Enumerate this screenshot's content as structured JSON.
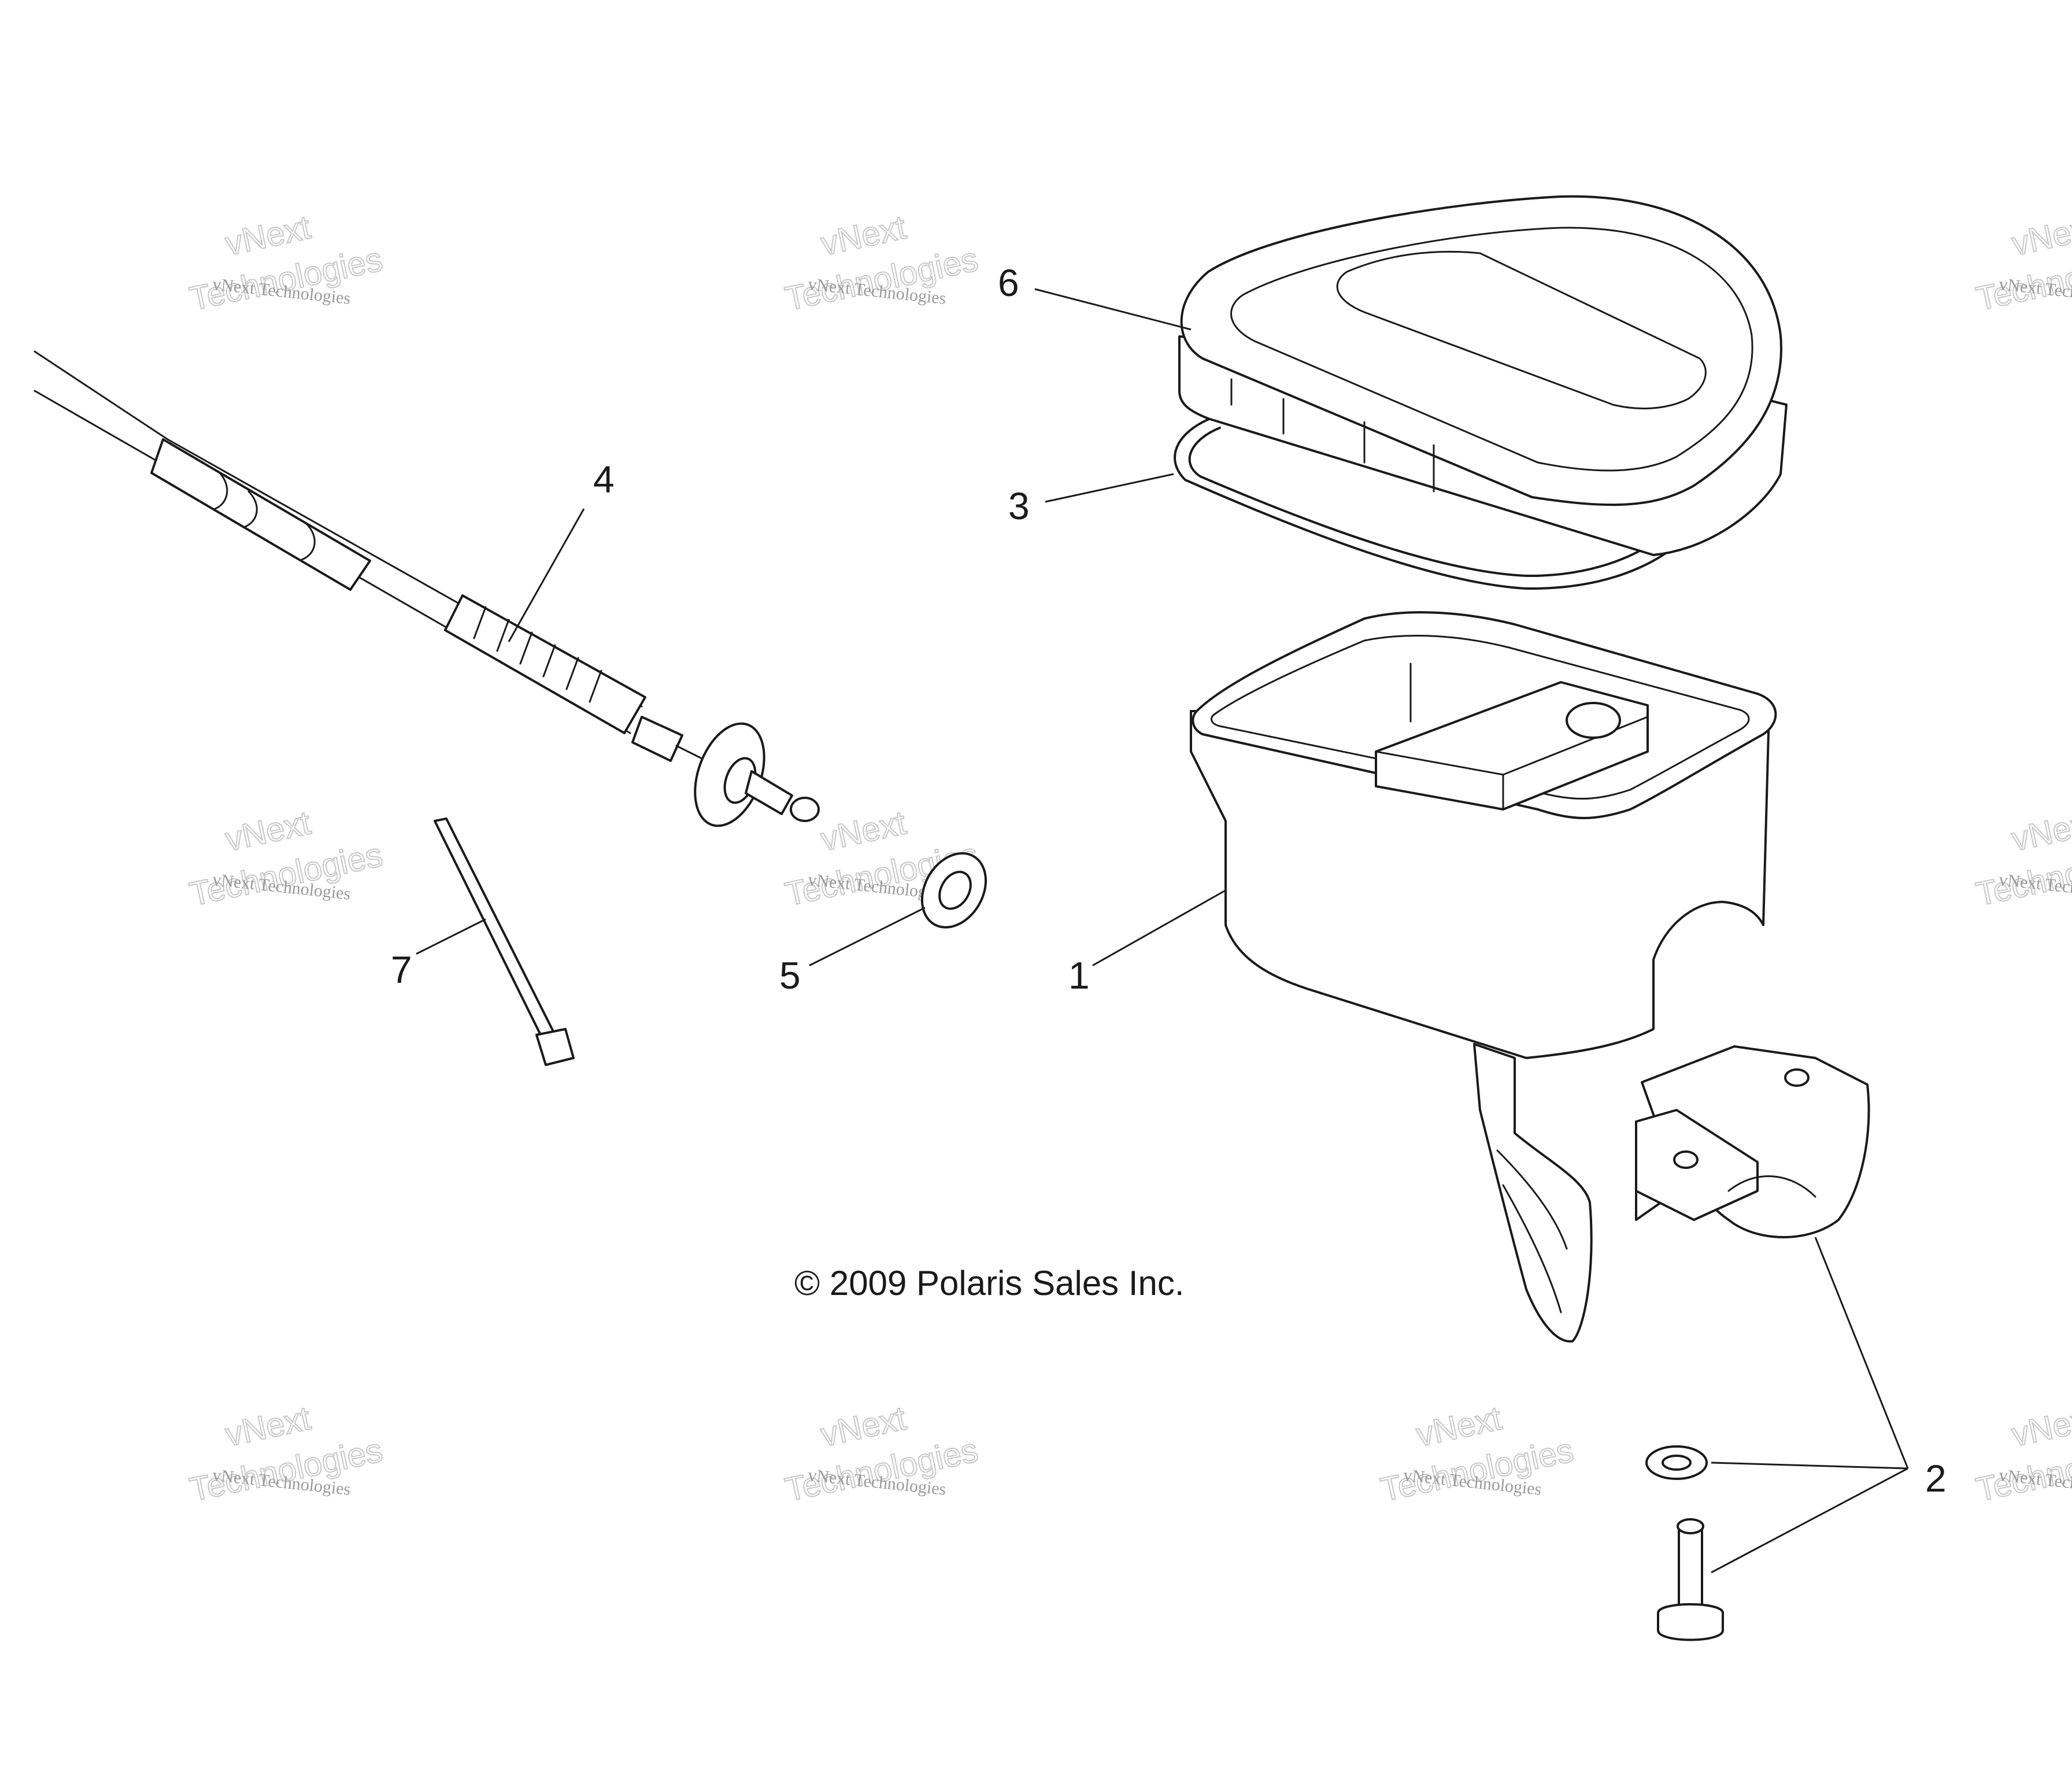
{
  "diagram": {
    "copyright": "© 2009 Polaris Sales Inc.",
    "watermark": {
      "line_small": "vNext Technologies",
      "line_top": "vNext",
      "line_bottom": "Technologies"
    },
    "callouts": [
      {
        "id": "1",
        "part": "housing"
      },
      {
        "id": "2",
        "part": "clamp-hardware"
      },
      {
        "id": "3",
        "part": "gasket"
      },
      {
        "id": "4",
        "part": "cable"
      },
      {
        "id": "5",
        "part": "washer"
      },
      {
        "id": "6",
        "part": "cover"
      },
      {
        "id": "7",
        "part": "cable-tie"
      }
    ]
  }
}
